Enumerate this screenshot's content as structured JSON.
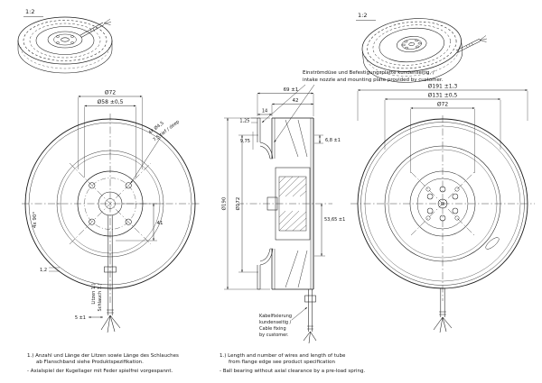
{
  "views": {
    "iso_left": {
      "scale": "1:2"
    },
    "iso_right": {
      "scale": "1:2"
    },
    "front": {
      "dim_d72": "Ø72",
      "dim_d58": "Ø58 ±0,5",
      "callout_holes_1": "4x Ø4,5",
      "callout_holes_2": "7,5 tief / deep",
      "dim_angle": "4x 90°",
      "dim_41": "41",
      "dim_5": "5 ±1",
      "dim_12": "1,2",
      "ref_wires": "Litzen 1.)",
      "ref_tube": "Schlauch 1.)"
    },
    "section": {
      "note_top_line1": "Einströmdüse und Befestigungsplatte kundenseitig, /",
      "note_top_line2": "intake nozzle and mounting plate provided by customer.",
      "dim_69": "69 ±1",
      "dim_42": "42",
      "dim_14": "14",
      "dim_125": "1,25",
      "dim_975": "9,75",
      "dim_68": "6,8 ±1",
      "dim_5365": "53,65 ±1",
      "dim_d172": "Ø172",
      "dim_d190": "Ø190",
      "cable_note_line1": "Kabelfixierung",
      "cable_note_line2": "kundenseitig /",
      "cable_note_line3": "Cable fixing",
      "cable_note_line4": "by customer."
    },
    "rear": {
      "dim_d191": "Ø191 ±1,3",
      "dim_d131": "Ø131 ±0,5",
      "dim_d72": "Ø72"
    }
  },
  "footnotes": {
    "de_1a": "1.) Anzahl und Länge der Litzen sowie Länge des Schlauches",
    "de_1b": "ab Flanschband siehe Produktspezifikation.",
    "de_2": "- Axialspiel der Kugellager mit Feder spielfrei vorgespannt.",
    "en_1a": "1.) Length and number of wires and length of tube",
    "en_1b": "from flange edge see product specification",
    "en_2": "- Ball bearing without axial clearance by a pre-load spring."
  }
}
